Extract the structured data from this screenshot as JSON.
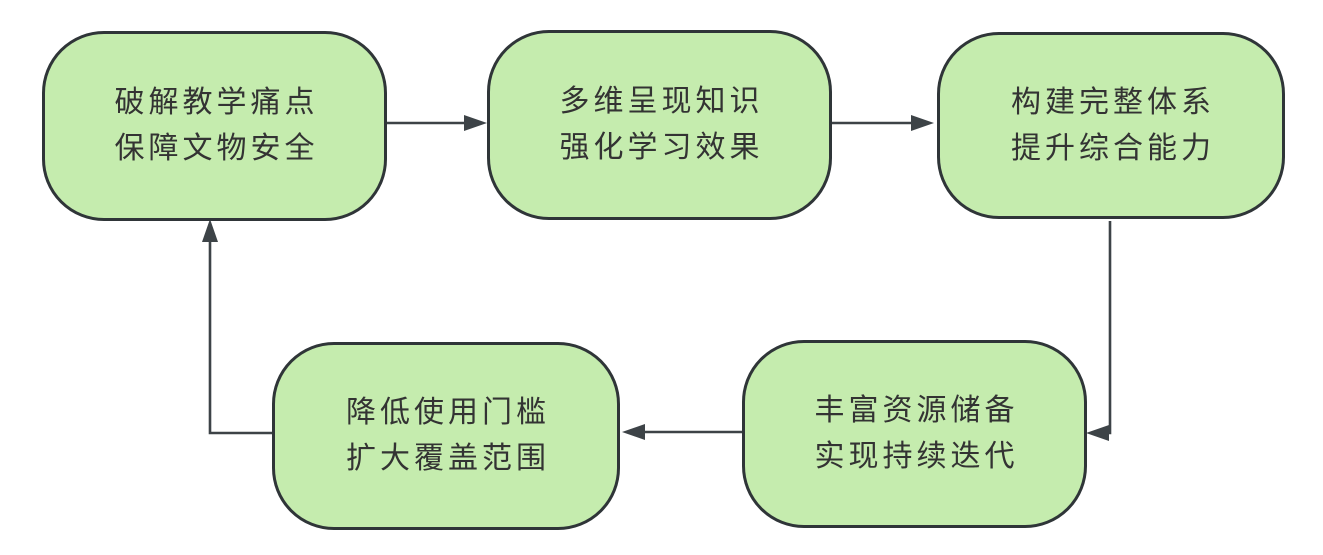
{
  "diagram": {
    "type": "cyclic-flowchart",
    "nodes": [
      {
        "id": 1,
        "position": "top-left",
        "text": "破解教学痛点\n保障文物安全"
      },
      {
        "id": 2,
        "position": "top-center",
        "text": "多维呈现知识\n强化学习效果"
      },
      {
        "id": 3,
        "position": "top-right",
        "text": "构建完整体系\n提升综合能力"
      },
      {
        "id": 4,
        "position": "bottom-right",
        "text": "丰富资源储备\n实现持续迭代"
      },
      {
        "id": 5,
        "position": "bottom-left",
        "text": "降低使用门槛\n扩大覆盖范围"
      }
    ],
    "edges": [
      {
        "from": 1,
        "to": 2,
        "style": "straight-right"
      },
      {
        "from": 2,
        "to": 3,
        "style": "straight-right"
      },
      {
        "from": 3,
        "to": 4,
        "style": "elbow-down-left"
      },
      {
        "from": 4,
        "to": 5,
        "style": "straight-left"
      },
      {
        "from": 5,
        "to": 1,
        "style": "elbow-left-up"
      }
    ]
  },
  "colors": {
    "node_fill": "#c5ecae",
    "node_border": "#2f3538",
    "connector": "#3d4347",
    "text": "#333333",
    "background": "#ffffff"
  }
}
